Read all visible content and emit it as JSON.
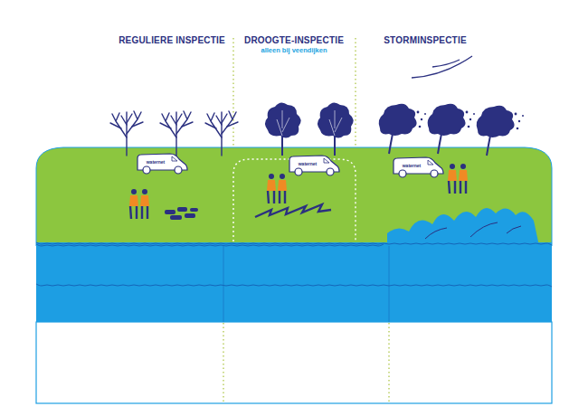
{
  "diagram": {
    "labels": [
      "REGULIERE INSPECTIE",
      "DROOGTE-INSPECTIE",
      "alleen bij veendijken",
      "STORMINSPECTIE",
      "waternet",
      "waternet",
      "waternet"
    ]
  }
}
